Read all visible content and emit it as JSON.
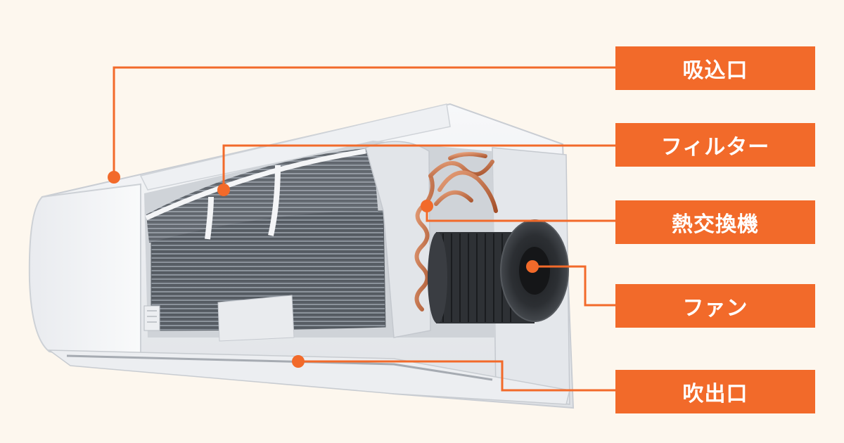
{
  "accent_color": "#f26a2a",
  "background_color": "#fdf7ee",
  "parts": {
    "intake": "吸込口",
    "filter": "フィルター",
    "heat_exchanger": "熱交換機",
    "fan": "ファン",
    "outlet": "吹出口"
  }
}
